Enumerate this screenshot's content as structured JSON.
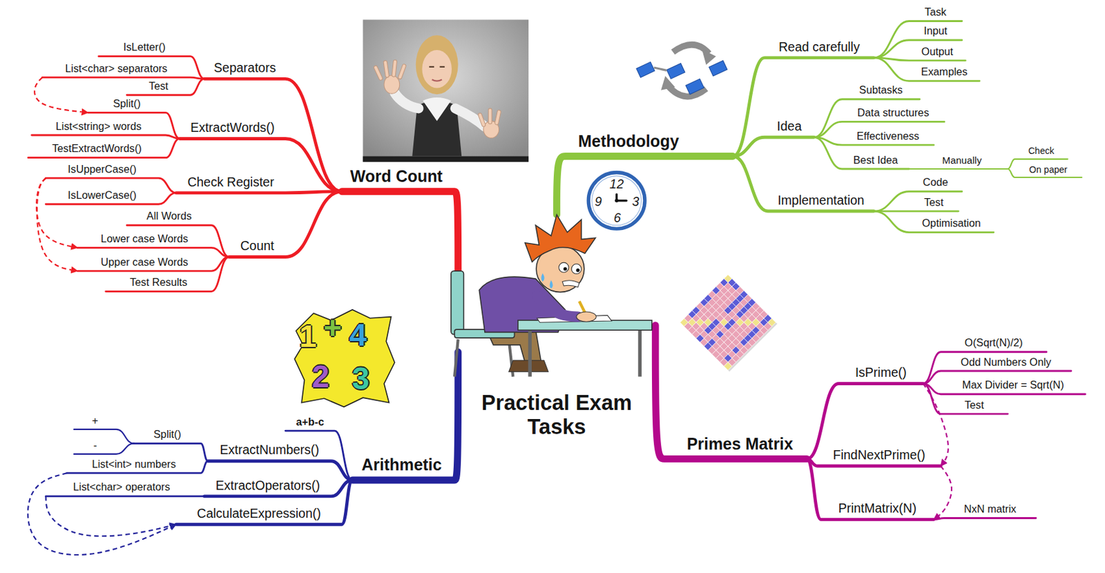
{
  "diagram": {
    "nodes": [
      {
        "text": [
          "Practical Exam Tasks"
        ]
      },
      {
        "text": [
          "Methodology"
        ]
      },
      {
        "text": [
          "Read carefully"
        ]
      },
      {
        "text": [
          "Task"
        ]
      },
      {
        "text": [
          "Input"
        ]
      },
      {
        "text": [
          "Output"
        ]
      },
      {
        "text": [
          "Examples"
        ]
      },
      {
        "text": [
          "Idea"
        ]
      },
      {
        "text": [
          "Subtasks"
        ]
      },
      {
        "text": [
          "Data structures"
        ]
      },
      {
        "text": [
          "Effectiveness"
        ]
      },
      {
        "text": [
          "Best Idea"
        ]
      },
      {
        "text": [
          "Manually"
        ]
      },
      {
        "text": [
          "Check"
        ]
      },
      {
        "text": [
          "On paper"
        ]
      },
      {
        "text": [
          "Implementation"
        ]
      },
      {
        "text": [
          "Code"
        ]
      },
      {
        "text": [
          "Test"
        ]
      },
      {
        "text": [
          "Optimisation"
        ]
      },
      {
        "text": [
          "Word Count"
        ]
      },
      {
        "text": [
          "Separators"
        ]
      },
      {
        "text": [
          "IsLetter()"
        ]
      },
      {
        "text": [
          "List<char> separators"
        ]
      },
      {
        "text": [
          "Test"
        ]
      },
      {
        "text": [
          "ExtractWords()"
        ]
      },
      {
        "text": [
          "Split()"
        ]
      },
      {
        "text": [
          "List<string> words"
        ]
      },
      {
        "text": [
          "TestExtractWords()"
        ]
      },
      {
        "text": [
          "Check Register"
        ]
      },
      {
        "text": [
          "IsUpperCase()"
        ]
      },
      {
        "text": [
          "IsLowerCase()"
        ]
      },
      {
        "text": [
          "Count"
        ]
      },
      {
        "text": [
          "All Words"
        ]
      },
      {
        "text": [
          "Lower case Words"
        ]
      },
      {
        "text": [
          "Upper case Words"
        ]
      },
      {
        "text": [
          "Test Results"
        ]
      },
      {
        "text": [
          "Primes Matrix"
        ]
      },
      {
        "text": [
          "IsPrime()"
        ]
      },
      {
        "text": [
          "O(Sqrt(N)/2)"
        ]
      },
      {
        "text": [
          "Odd Numbers Only"
        ]
      },
      {
        "text": [
          "Max Divider = Sqrt(N)"
        ]
      },
      {
        "text": [
          "Test"
        ]
      },
      {
        "text": [
          "FindNextPrime()"
        ]
      },
      {
        "text": [
          "PrintMatrix(N)"
        ]
      },
      {
        "text": [
          "NxN matrix"
        ]
      },
      {
        "text": [
          "Arithmetic"
        ]
      },
      {
        "text": [
          "a+b-c"
        ]
      },
      {
        "text": [
          "ExtractNumbers()"
        ]
      },
      {
        "text": [
          "Split()"
        ]
      },
      {
        "text": [
          "+"
        ]
      },
      {
        "text": [
          "-"
        ]
      },
      {
        "text": [
          "List<int> numbers"
        ]
      },
      {
        "text": [
          "ExtractOperators()"
        ]
      },
      {
        "text": [
          "List<char> operators"
        ]
      },
      {
        "text": [
          "CalculateExpression()"
        ]
      }
    ],
    "edges": [
      {
        "from": 0,
        "to": 1,
        "arrow": "none"
      },
      {
        "from": 1,
        "to": 2,
        "arrow": "none"
      },
      {
        "from": 2,
        "to": 3,
        "arrow": "none"
      },
      {
        "from": 2,
        "to": 4,
        "arrow": "none"
      },
      {
        "from": 2,
        "to": 5,
        "arrow": "none"
      },
      {
        "from": 2,
        "to": 6,
        "arrow": "none"
      },
      {
        "from": 1,
        "to": 7,
        "arrow": "none"
      },
      {
        "from": 7,
        "to": 8,
        "arrow": "none"
      },
      {
        "from": 7,
        "to": 9,
        "arrow": "none"
      },
      {
        "from": 7,
        "to": 10,
        "arrow": "none"
      },
      {
        "from": 7,
        "to": 11,
        "arrow": "none"
      },
      {
        "from": 11,
        "to": 12,
        "arrow": "none"
      },
      {
        "from": 12,
        "to": 13,
        "arrow": "none"
      },
      {
        "from": 12,
        "to": 14,
        "arrow": "none"
      },
      {
        "from": 1,
        "to": 15,
        "arrow": "none"
      },
      {
        "from": 15,
        "to": 16,
        "arrow": "none"
      },
      {
        "from": 15,
        "to": 17,
        "arrow": "none"
      },
      {
        "from": 15,
        "to": 18,
        "arrow": "none"
      },
      {
        "from": 0,
        "to": 19,
        "arrow": "none"
      },
      {
        "from": 19,
        "to": 20,
        "arrow": "none"
      },
      {
        "from": 20,
        "to": 21,
        "arrow": "none"
      },
      {
        "from": 20,
        "to": 22,
        "arrow": "none"
      },
      {
        "from": 20,
        "to": 23,
        "arrow": "none"
      },
      {
        "from": 19,
        "to": 24,
        "arrow": "none"
      },
      {
        "from": 24,
        "to": 25,
        "arrow": "none"
      },
      {
        "from": 24,
        "to": 26,
        "arrow": "none"
      },
      {
        "from": 24,
        "to": 27,
        "arrow": "none"
      },
      {
        "from": 19,
        "to": 28,
        "arrow": "none"
      },
      {
        "from": 28,
        "to": 29,
        "arrow": "none"
      },
      {
        "from": 28,
        "to": 30,
        "arrow": "none"
      },
      {
        "from": 19,
        "to": 31,
        "arrow": "none"
      },
      {
        "from": 31,
        "to": 32,
        "arrow": "none"
      },
      {
        "from": 31,
        "to": 33,
        "arrow": "none"
      },
      {
        "from": 31,
        "to": 34,
        "arrow": "none"
      },
      {
        "from": 31,
        "to": 35,
        "arrow": "none"
      },
      {
        "from": 22,
        "to": 25,
        "arrow": "to"
      },
      {
        "from": 29,
        "to": 33,
        "arrow": "to"
      },
      {
        "from": 29,
        "to": 34,
        "arrow": "to"
      },
      {
        "from": 0,
        "to": 36,
        "arrow": "none"
      },
      {
        "from": 36,
        "to": 37,
        "arrow": "none"
      },
      {
        "from": 37,
        "to": 38,
        "arrow": "none"
      },
      {
        "from": 37,
        "to": 39,
        "arrow": "none"
      },
      {
        "from": 37,
        "to": 40,
        "arrow": "none"
      },
      {
        "from": 37,
        "to": 41,
        "arrow": "none"
      },
      {
        "from": 36,
        "to": 42,
        "arrow": "none"
      },
      {
        "from": 36,
        "to": 43,
        "arrow": "none"
      },
      {
        "from": 43,
        "to": 44,
        "arrow": "none"
      },
      {
        "from": 37,
        "to": 42,
        "arrow": "to"
      },
      {
        "from": 42,
        "to": 43,
        "arrow": "to"
      },
      {
        "from": 0,
        "to": 45,
        "arrow": "none"
      },
      {
        "from": 45,
        "to": 46,
        "arrow": "none"
      },
      {
        "from": 45,
        "to": 47,
        "arrow": "none"
      },
      {
        "from": 47,
        "to": 48,
        "arrow": "none"
      },
      {
        "from": 48,
        "to": 49,
        "arrow": "none"
      },
      {
        "from": 48,
        "to": 50,
        "arrow": "none"
      },
      {
        "from": 47,
        "to": 51,
        "arrow": "none"
      },
      {
        "from": 45,
        "to": 52,
        "arrow": "none"
      },
      {
        "from": 52,
        "to": 53,
        "arrow": "none"
      },
      {
        "from": 45,
        "to": 54,
        "arrow": "none"
      },
      {
        "from": 51,
        "to": 54,
        "arrow": "to"
      },
      {
        "from": 53,
        "to": 54,
        "arrow": "to"
      }
    ],
    "labels": [
      "12",
      "3",
      "6",
      "9",
      "1",
      "+",
      "4",
      "2",
      "3"
    ]
  }
}
